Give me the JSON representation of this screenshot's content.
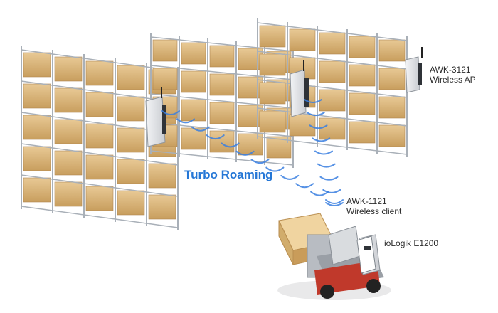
{
  "labels": {
    "ap": {
      "line1": "AWK-3121",
      "line2": "Wireless AP"
    },
    "client": {
      "line1": "AWK-1121",
      "line2": "Wireless client"
    },
    "io": "ioLogik E1200",
    "roaming": "Turbo Roaming"
  },
  "colors": {
    "roaming_text": "#2577d6",
    "signal_wave": "#3a7fe0",
    "rack_frame": "#a9b0b8",
    "box": "#d9b57a",
    "forklift_red": "#c0392b",
    "device_body": "#e5e7ea"
  },
  "icons": [
    "warehouse-rack",
    "wireless-ap-device",
    "signal-waves",
    "forklift",
    "io-module"
  ]
}
